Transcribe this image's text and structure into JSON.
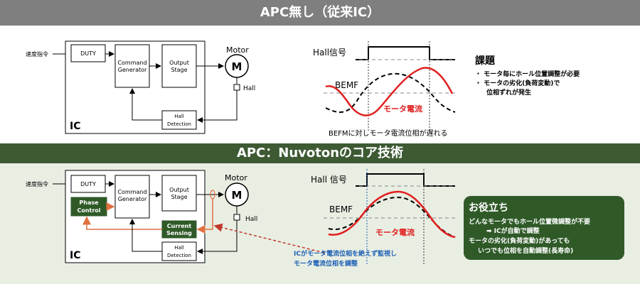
{
  "header_top": "APC無し（従来IC）",
  "header_bottom": "APC：Nuvotonのコア技術",
  "top": {
    "input_label": "速度指令",
    "duty": "DUTY",
    "cmd_line1": "Command",
    "cmd_line2": "Generator",
    "out_line1": "Output",
    "out_line2": "Stage",
    "motor_label": "Motor",
    "motor_symbol": "M",
    "hall_label": "Hall",
    "hall_det_line1": "Hall",
    "hall_det_line2": "Detection",
    "ic_label": "IC",
    "wave_hall": "Hall信号",
    "wave_bemf": "BEMF",
    "wave_current": "モータ電流",
    "wave_caption": "BEFMに対しモータ電流位相が遅れる",
    "issue_title": "課題",
    "issue_lines": [
      "・ モータ毎にホール位置調整が必要",
      "・ モータの劣化(負荷変動)で",
      "位相ずれが発生"
    ]
  },
  "bottom": {
    "input_label": "速度指令",
    "duty": "DUTY",
    "phase_line1": "Phase",
    "phase_line2": "Control",
    "cmd_line1": "Command",
    "cmd_line2": "Generator",
    "out_line1": "Output",
    "out_line2": "Stage",
    "cs_line1": "Current",
    "cs_line2": "Sensing",
    "motor_label": "Motor",
    "motor_symbol": "M",
    "hall_label": "Hall",
    "hall_det_line1": "Hall",
    "hall_det_line2": "Detection",
    "ic_label": "IC",
    "annot_line1": "ICがモータ電流位相を絶えず監視し",
    "annot_line2": "モータ電流位相を調整",
    "wave_hall": "Hall 信号",
    "wave_bemf": "BEMF",
    "wave_current": "モータ電流",
    "benefit_title": "お役立ち",
    "benefit_lines": [
      "どんなモータでもホール位置微調整が不要",
      "➡ ICが自動で調整",
      "モータの劣化(負荷変動)があっても",
      "いつでも位相を自動調整(長寿命)"
    ]
  },
  "colors": {
    "accent_red": "#e02020",
    "orange": "#e07040",
    "dark_green": "#2f5a28",
    "blue": "#1a5fb4"
  }
}
